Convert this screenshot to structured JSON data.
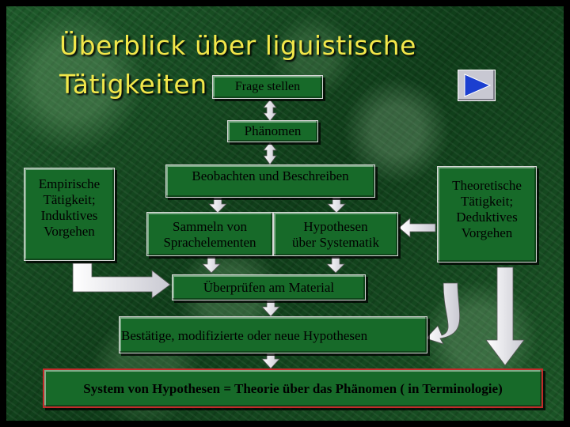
{
  "title": {
    "line1": "Überblick über liguistische",
    "line2": "Tätigkeiten"
  },
  "boxes": {
    "frage": "Frage stellen",
    "phaenomen": "Phänomen",
    "beobachten": "Beobachten und Beschreiben",
    "sammeln_1": "Sammeln von",
    "sammeln_2": "Sprachelementen",
    "hypothesen_1": "Hypothesen",
    "hypothesen_2": "über Systematik",
    "ueberpruefen": "Überprüfen am Material",
    "bestaetige": "Bestätige, modifizierte oder neue Hypothesen",
    "system": "System von Hypothesen = Theorie über das Phänomen ( in Terminologie)"
  },
  "left_box": {
    "line1": "Empirische",
    "line2": "Tätigkeit;",
    "line3": "Induktives",
    "line4": "Vorgehen"
  },
  "right_box": {
    "line1": "Theoretische",
    "line2": "Tätigkeit;",
    "line3": "Deduktives",
    "line4": "Vorgehen"
  },
  "nav_icon": "play-icon",
  "colors": {
    "title": "#f2e74a",
    "box_fill": "#176a29",
    "accent_border": "#c42a2a",
    "arrow": "#e8e8ec"
  }
}
